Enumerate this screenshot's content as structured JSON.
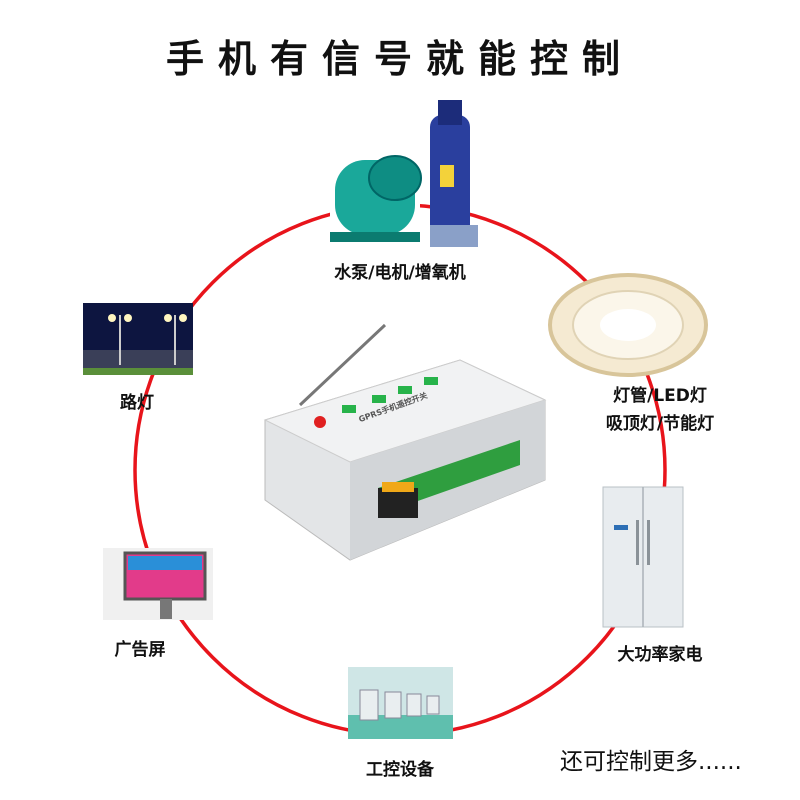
{
  "title": "手机有信号就能控制",
  "device": {
    "label": "GPRS手机遥控开关"
  },
  "items": [
    {
      "id": "pump",
      "label": "水泵/电机/增氧机"
    },
    {
      "id": "streetlight",
      "label": "路灯"
    },
    {
      "id": "lamp",
      "label_line1": "灯管/LED灯",
      "label_line2": "吸顶灯/节能灯"
    },
    {
      "id": "appliance",
      "label": "大功率家电"
    },
    {
      "id": "billboard",
      "label": "广告屏"
    },
    {
      "id": "industrial",
      "label": "工控设备"
    }
  ],
  "footer": "还可控制更多......",
  "colors": {
    "ring": "#e8141b",
    "terminal": "#2f9e3f",
    "led": "#27b34a"
  }
}
